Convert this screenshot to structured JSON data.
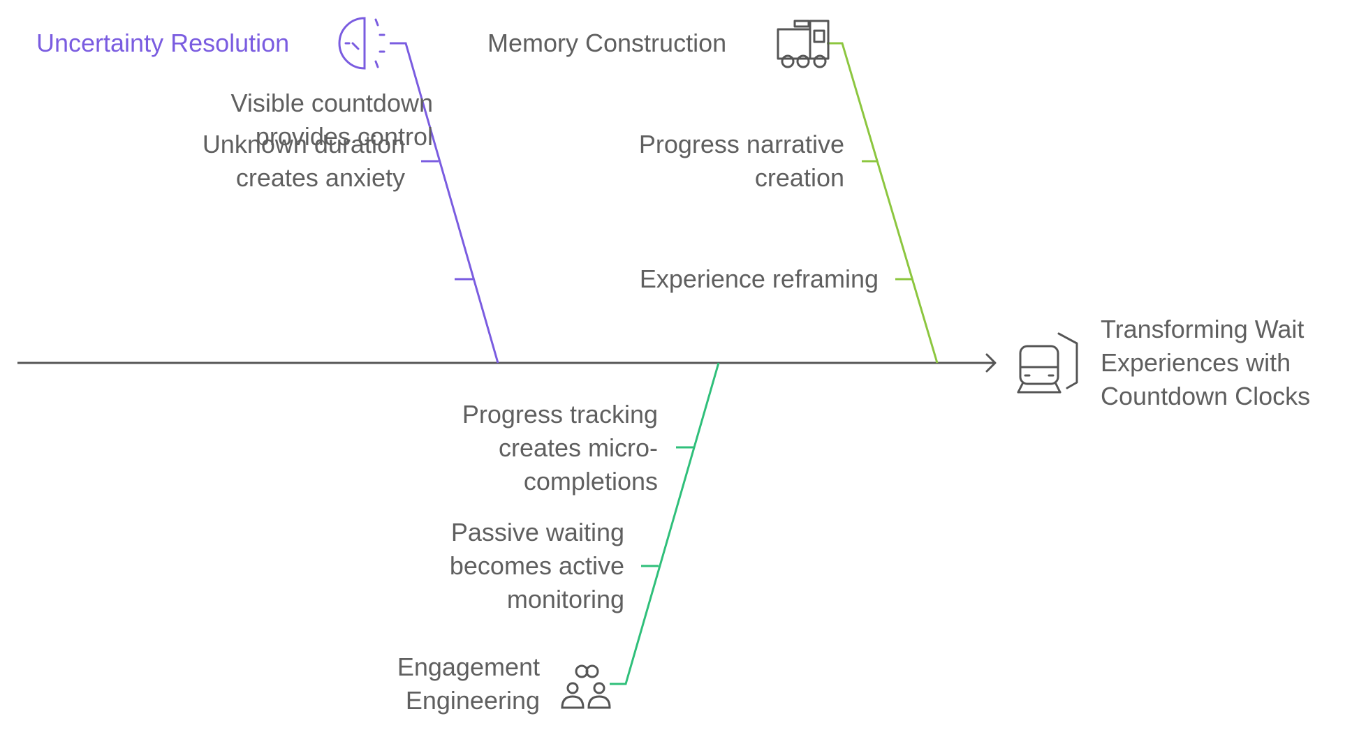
{
  "diagram": {
    "type": "fishbone",
    "effect": {
      "lines": [
        "Transforming Wait",
        "Experiences with",
        "Countdown Clocks"
      ],
      "icon": "train-icon"
    },
    "categories": [
      {
        "title": "Uncertainty Resolution",
        "color": "#7a5ce0",
        "icon": "clock-dashed-icon",
        "causes": [
          {
            "lines": [
              "Visible countdown",
              "provides control"
            ]
          },
          {
            "lines": [
              "Unknown duration",
              "creates anxiety"
            ]
          }
        ]
      },
      {
        "title": "Memory Construction",
        "color": "#8cc63f",
        "icon": "toy-train-icon",
        "causes": [
          {
            "lines": [
              "Progress narrative",
              "creation"
            ]
          },
          {
            "lines": [
              "Experience reframing"
            ]
          }
        ]
      },
      {
        "title_lines": [
          "Engagement",
          "Engineering"
        ],
        "color": "#2fbf7a",
        "icon": "people-link-icon",
        "causes": [
          {
            "lines": [
              "Progress tracking",
              "creates micro-",
              "completions"
            ]
          },
          {
            "lines": [
              "Passive waiting",
              "becomes active",
              "monitoring"
            ]
          }
        ]
      }
    ],
    "colors": {
      "spine": "#555555",
      "text": "#5f5f5f"
    }
  }
}
